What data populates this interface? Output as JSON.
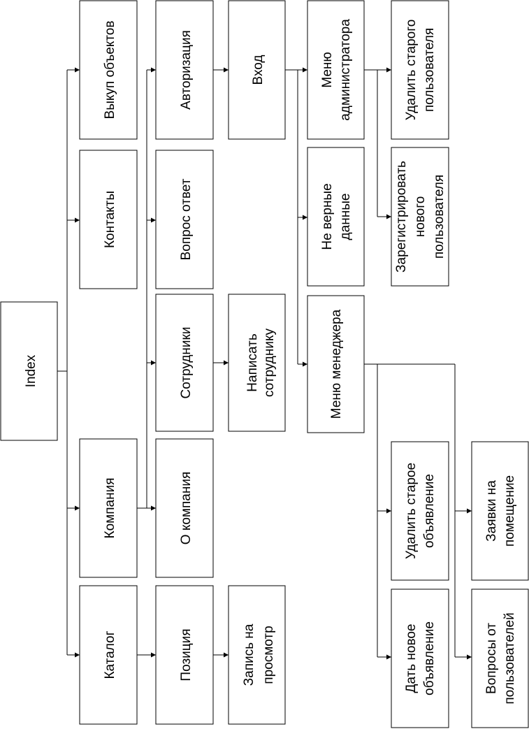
{
  "diagram": {
    "nodes": {
      "index": "Index",
      "buyout": "Выкуп объектов",
      "contacts": "Контакты",
      "company": "Компания",
      "catalog": "Каталог",
      "auth": "Авторизация",
      "faq": "Вопрос ответ",
      "staff": "Сотрудники",
      "about": "О компания",
      "position": "Позиция",
      "login": "Вход",
      "write_staff": [
        "Написать",
        "сотруднику"
      ],
      "viewing": [
        "Запись на",
        "просмотр"
      ],
      "admin_menu": [
        "Меню",
        "администратора"
      ],
      "wrong_data": [
        "Не верные",
        "данные"
      ],
      "manager_menu": "Меню менеджера",
      "delete_user": [
        "Удалить старого",
        "пользователя"
      ],
      "register_user": [
        "Зарегистрировать",
        "нового",
        "пользователя"
      ],
      "delete_ad": [
        "Удалить старое",
        "объявление"
      ],
      "new_ad": [
        "Дать новое",
        "объявление"
      ],
      "requests": [
        "Заявки на",
        "помещение"
      ],
      "questions": [
        "Вопросы от",
        "пользователей"
      ]
    }
  }
}
